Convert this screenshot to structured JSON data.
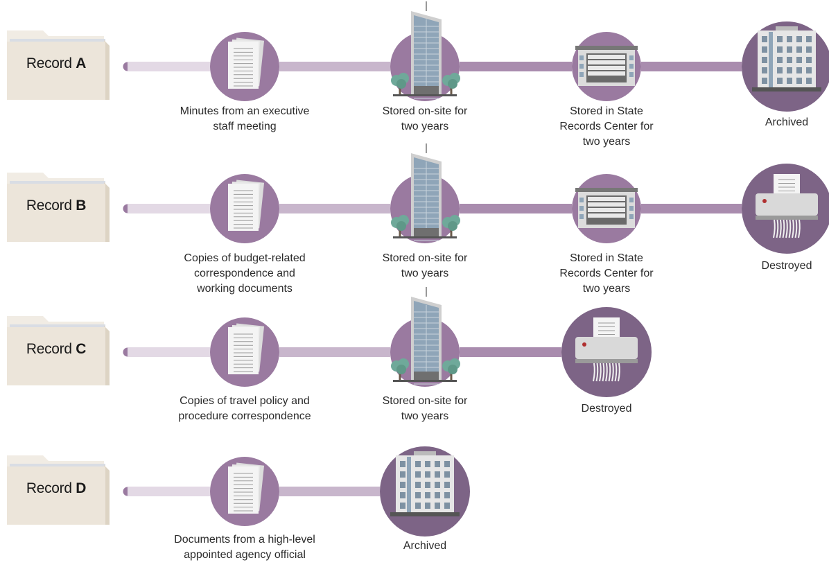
{
  "records": [
    {
      "label_prefix": "Record",
      "letter": "A",
      "steps": [
        {
          "icon": "document-stack-icon",
          "caption": [
            "Minutes from an executive",
            "staff meeting"
          ]
        },
        {
          "icon": "office-tower-icon",
          "caption": [
            "Stored on-site for",
            "two years"
          ]
        },
        {
          "icon": "records-center-icon",
          "caption": [
            "Stored in State",
            "Records Center for",
            "two years"
          ]
        },
        {
          "icon": "archive-building-icon",
          "caption": [
            "Archived"
          ]
        }
      ]
    },
    {
      "label_prefix": "Record",
      "letter": "B",
      "steps": [
        {
          "icon": "document-stack-icon",
          "caption": [
            "Copies of budget-related",
            "correspondence and",
            "working documents"
          ]
        },
        {
          "icon": "office-tower-icon",
          "caption": [
            "Stored on-site for",
            "two years"
          ]
        },
        {
          "icon": "records-center-icon",
          "caption": [
            "Stored in State",
            "Records Center for",
            "two years"
          ]
        },
        {
          "icon": "shredder-icon",
          "caption": [
            "Destroyed"
          ]
        }
      ]
    },
    {
      "label_prefix": "Record",
      "letter": "C",
      "steps": [
        {
          "icon": "document-stack-icon",
          "caption": [
            "Copies of travel policy and",
            "procedure correspondence"
          ]
        },
        {
          "icon": "office-tower-icon",
          "caption": [
            "Stored on-site for",
            "two years"
          ]
        },
        {
          "icon": "shredder-icon",
          "caption": [
            "Destroyed"
          ]
        }
      ]
    },
    {
      "label_prefix": "Record",
      "letter": "D",
      "steps": [
        {
          "icon": "document-stack-icon",
          "caption": [
            "Documents from a high-level",
            "appointed agency official"
          ]
        },
        {
          "icon": "archive-building-icon",
          "caption": [
            "Archived"
          ]
        }
      ]
    }
  ],
  "colors": {
    "circle": "#9a7aa0",
    "circle_dark": "#7d6486",
    "line_light": "#e3d9e5",
    "line_mid": "#c8b6cc",
    "line_dark": "#a98cae",
    "folder": "#ece5da",
    "paper": "#f4f4f4",
    "glass": "#8fa5b8",
    "tree": "#6fa99a"
  }
}
